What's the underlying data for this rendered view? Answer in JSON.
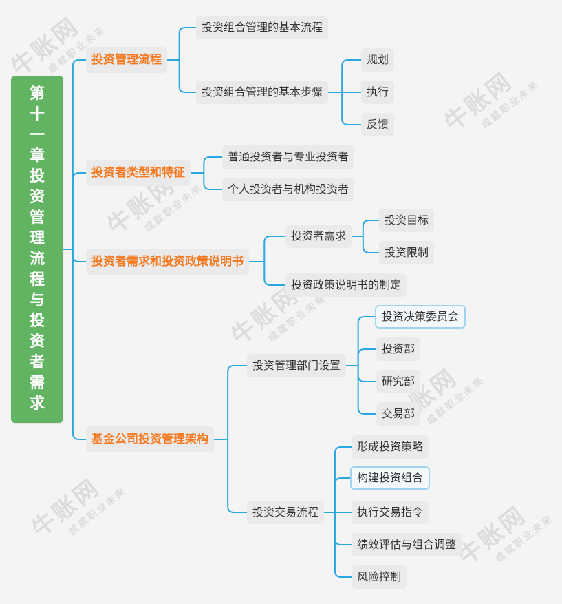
{
  "root": {
    "title": "第十一章投资管理流程与投资者需求"
  },
  "branches": [
    {
      "label": "投资管理流程",
      "children": [
        {
          "label": "投资组合管理的基本流程"
        },
        {
          "label": "投资组合管理的基本步骤",
          "children": [
            "规划",
            "执行",
            "反馈"
          ]
        }
      ]
    },
    {
      "label": "投资者类型和特征",
      "children": [
        {
          "label": "普通投资者与专业投资者"
        },
        {
          "label": "个人投资者与机构投资者"
        }
      ]
    },
    {
      "label": "投资者需求和投资政策说明书",
      "children": [
        {
          "label": "投资者需求",
          "children": [
            "投资目标",
            "投资限制"
          ]
        },
        {
          "label": "投资政策说明书的制定"
        }
      ]
    },
    {
      "label": "基金公司投资管理架构",
      "children": [
        {
          "label": "投资管理部门设置",
          "children": [
            "投资决策委员会",
            "投资部",
            "研究部",
            "交易部"
          ]
        },
        {
          "label": "投资交易流程",
          "children": [
            "形成投资策略",
            "构建投资组合",
            "执行交易指令",
            "绩效评估与组合调整",
            "风险控制"
          ]
        }
      ]
    }
  ],
  "watermark": {
    "name": "牛账网",
    "slogan": "成就职业未来"
  },
  "colors": {
    "root": "#62b362",
    "branch_text": "#f47920",
    "connector": "#29a8e0",
    "node_bg": "#eaeaea",
    "selected_border": "#9fd3ef"
  }
}
